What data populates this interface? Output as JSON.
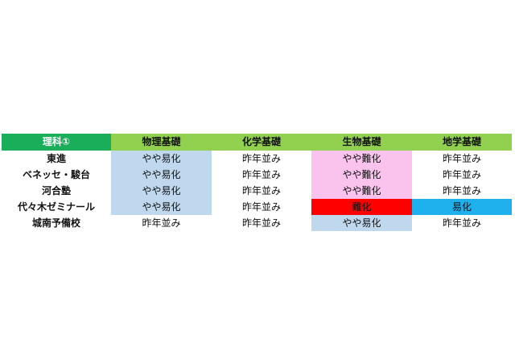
{
  "table": {
    "corner_label": "理科①",
    "columns": [
      "物理基礎",
      "化学基礎",
      "生物基礎",
      "地学基礎"
    ],
    "rows": [
      {
        "label": "東進",
        "cells": [
          {
            "text": "やや易化",
            "color": "#c0d8ee"
          },
          {
            "text": "昨年並み",
            "color": ""
          },
          {
            "text": "やや難化",
            "color": "#f9c3ee"
          },
          {
            "text": "昨年並み",
            "color": ""
          }
        ]
      },
      {
        "label": "ベネッセ・駿台",
        "cells": [
          {
            "text": "やや易化",
            "color": "#c0d8ee"
          },
          {
            "text": "昨年並み",
            "color": ""
          },
          {
            "text": "やや難化",
            "color": "#f9c3ee"
          },
          {
            "text": "昨年並み",
            "color": ""
          }
        ]
      },
      {
        "label": "河合塾",
        "cells": [
          {
            "text": "やや易化",
            "color": "#c0d8ee"
          },
          {
            "text": "昨年並み",
            "color": ""
          },
          {
            "text": "やや難化",
            "color": "#f9c3ee"
          },
          {
            "text": "昨年並み",
            "color": ""
          }
        ]
      },
      {
        "label": "代々木ゼミナール",
        "cells": [
          {
            "text": "やや易化",
            "color": "#c0d8ee"
          },
          {
            "text": "昨年並み",
            "color": ""
          },
          {
            "text": "難化",
            "color": "#ff0000"
          },
          {
            "text": "易化",
            "color": "#1fb0ee"
          }
        ]
      },
      {
        "label": "城南予備校",
        "cells": [
          {
            "text": "昨年並み",
            "color": ""
          },
          {
            "text": "昨年並み",
            "color": ""
          },
          {
            "text": "やや易化",
            "color": "#c0d8ee"
          },
          {
            "text": "昨年並み",
            "color": ""
          }
        ]
      }
    ],
    "colors": {
      "corner_bg": "#1aad5a",
      "header_bg": "#92d050"
    }
  }
}
